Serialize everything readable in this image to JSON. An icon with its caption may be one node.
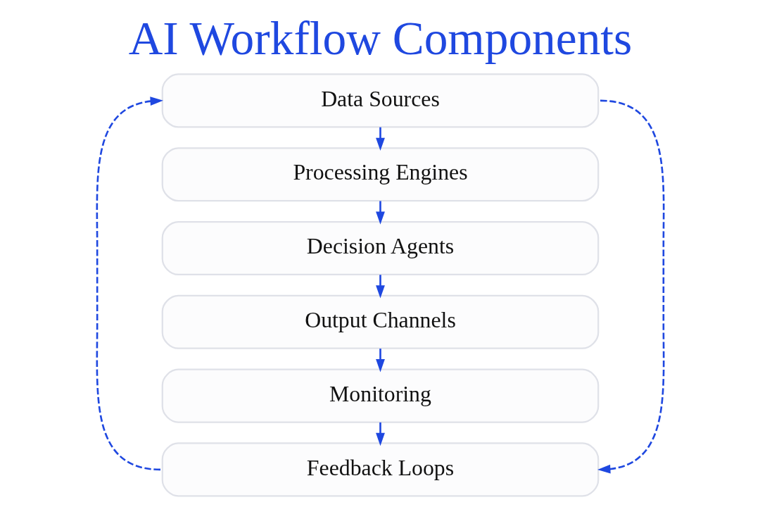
{
  "diagram": {
    "title": "AI Workflow Components",
    "nodes": [
      {
        "text": [
          "Data Sources"
        ]
      },
      {
        "text": [
          "Processing Engines"
        ]
      },
      {
        "text": [
          "Decision Agents"
        ]
      },
      {
        "text": [
          "Output Channels"
        ]
      },
      {
        "text": [
          "Monitoring"
        ]
      },
      {
        "text": [
          "Feedback Loops"
        ]
      }
    ],
    "edges": [
      {
        "from": 0,
        "to": 1,
        "arrow": "to"
      },
      {
        "from": 1,
        "to": 2,
        "arrow": "to"
      },
      {
        "from": 2,
        "to": 3,
        "arrow": "to"
      },
      {
        "from": 3,
        "to": 4,
        "arrow": "to"
      },
      {
        "from": 4,
        "to": 5,
        "arrow": "to"
      },
      {
        "from": 5,
        "to": 0,
        "arrow": "to",
        "style": "dashed"
      },
      {
        "from": 0,
        "to": 5,
        "arrow": "to",
        "style": "dashed"
      }
    ]
  }
}
